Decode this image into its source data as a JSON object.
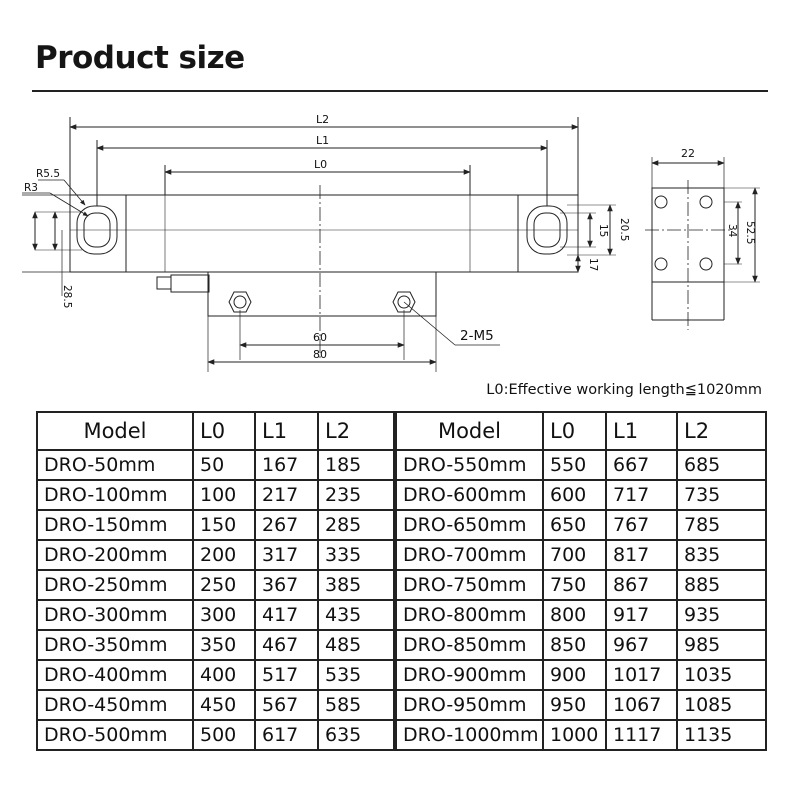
{
  "title": "Product size",
  "note": "L0:Effective working length≦1020mm",
  "drawing": {
    "dim_l2": "L2",
    "dim_l1": "L1",
    "dim_l0": "L0",
    "dim_r55": "R5.5",
    "dim_r3": "R3",
    "dim_285": "28.5",
    "dim_60": "60",
    "dim_80": "80",
    "dim_2m5": "2-M5",
    "dim_15": "15",
    "dim_205": "20.5",
    "dim_17": "17",
    "dim_22": "22",
    "dim_34": "34",
    "dim_525": "52.5"
  },
  "table": {
    "headers": [
      "Model",
      "L0",
      "L1",
      "L2",
      "Model",
      "L0",
      "L1",
      "L2"
    ],
    "rows": [
      [
        "DRO-50mm",
        "50",
        "167",
        "185",
        "DRO-550mm",
        "550",
        "667",
        "685"
      ],
      [
        "DRO-100mm",
        "100",
        "217",
        "235",
        "DRO-600mm",
        "600",
        "717",
        "735"
      ],
      [
        "DRO-150mm",
        "150",
        "267",
        "285",
        "DRO-650mm",
        "650",
        "767",
        "785"
      ],
      [
        "DRO-200mm",
        "200",
        "317",
        "335",
        "DRO-700mm",
        "700",
        "817",
        "835"
      ],
      [
        "DRO-250mm",
        "250",
        "367",
        "385",
        "DRO-750mm",
        "750",
        "867",
        "885"
      ],
      [
        "DRO-300mm",
        "300",
        "417",
        "435",
        "DRO-800mm",
        "800",
        "917",
        "935"
      ],
      [
        "DRO-350mm",
        "350",
        "467",
        "485",
        "DRO-850mm",
        "850",
        "967",
        "985"
      ],
      [
        "DRO-400mm",
        "400",
        "517",
        "535",
        "DRO-900mm",
        "900",
        "1017",
        "1035"
      ],
      [
        "DRO-450mm",
        "450",
        "567",
        "585",
        "DRO-950mm",
        "950",
        "1067",
        "1085"
      ],
      [
        "DRO-500mm",
        "500",
        "617",
        "635",
        "DRO-1000mm",
        "1000",
        "1117",
        "1135"
      ]
    ]
  }
}
